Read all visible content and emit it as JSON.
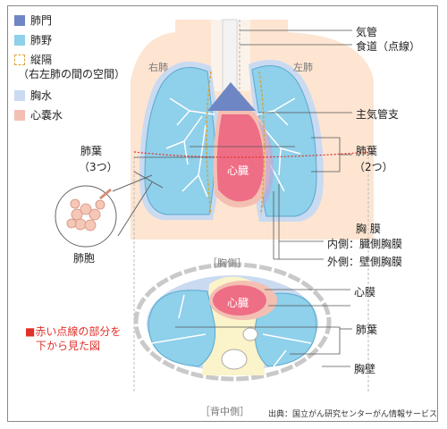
{
  "legend": {
    "items": [
      {
        "label": "肺門",
        "color": "#6f86c4"
      },
      {
        "label": "肺野",
        "color": "#8fd0ea"
      },
      {
        "label": "縦隔",
        "color": "#ffffff",
        "border": "#d8a43a"
      },
      {
        "label": "胸水",
        "color": "#c9daf1"
      },
      {
        "label": "心嚢水",
        "color": "#f4bfb3"
      }
    ],
    "mediastinum_note": "（右左肺の間の空間）"
  },
  "top_view": {
    "right_lung": "右肺",
    "left_lung": "左肺",
    "heart": "心臓",
    "alveoli": "肺胞",
    "lobes_right": {
      "line1": "肺葉",
      "line2": "（3つ）"
    },
    "lobes_left": {
      "line1": "肺葉",
      "line2": "（2つ）"
    }
  },
  "callouts": {
    "trachea": "気管",
    "esophagus": "食道（点線）",
    "main_bronchus": "主気管支",
    "pleura_title": "胸 膜",
    "pleura_inner": "内側：臓側胸膜",
    "pleura_outer": "外側：壁側胸膜",
    "pericardium": "心膜",
    "lobes": "肺葉",
    "chest_wall": "胸壁"
  },
  "cross_section": {
    "front": "［胸側］",
    "back": "［背中側］",
    "heart": "心臓",
    "note_line1": "■赤い点線の部分を",
    "note_line2": "下から見た図"
  },
  "source": "出典：国立がん研究センターがん情報サービス",
  "colors": {
    "lung": "#8fd0ea",
    "lung_light": "#c7e8f5",
    "pleural": "#c9daf1",
    "hilum": "#6f86c4",
    "heart": "#ee6e86",
    "pericardial": "#f4bfb3",
    "body": "#fde5d2",
    "mediastinum": "#d8a43a",
    "red_line": "#e0302a"
  }
}
